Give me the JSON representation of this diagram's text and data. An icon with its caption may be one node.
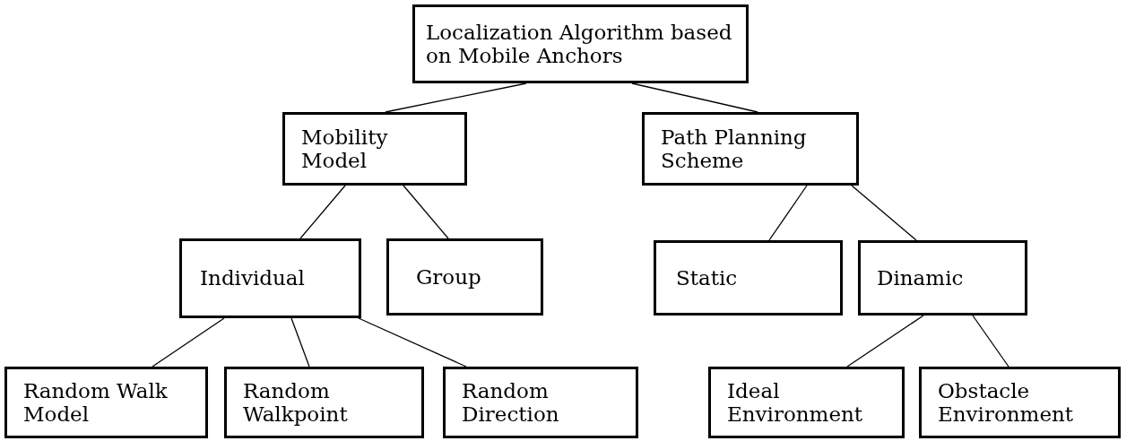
{
  "diagram": {
    "nodes": [
      {
        "text": [
          "Localization Algorithm based on Mobile Anchors"
        ]
      },
      {
        "text": [
          "Mobility Model"
        ]
      },
      {
        "text": [
          "Path Planning Scheme"
        ]
      },
      {
        "text": [
          "Individual"
        ]
      },
      {
        "text": [
          "Group"
        ]
      },
      {
        "text": [
          "Static"
        ]
      },
      {
        "text": [
          "Dinamic"
        ]
      },
      {
        "text": [
          "Random Walk Model"
        ]
      },
      {
        "text": [
          "Random Walkpoint"
        ]
      },
      {
        "text": [
          "Random Direction"
        ]
      },
      {
        "text": [
          "Ideal Environment"
        ]
      },
      {
        "text": [
          "Obstacle Environment"
        ]
      }
    ],
    "edges": [
      {
        "from": 0,
        "to": 1,
        "arrow": "none"
      },
      {
        "from": 0,
        "to": 2,
        "arrow": "none"
      },
      {
        "from": 1,
        "to": 3,
        "arrow": "none"
      },
      {
        "from": 1,
        "to": 4,
        "arrow": "none"
      },
      {
        "from": 2,
        "to": 5,
        "arrow": "none"
      },
      {
        "from": 2,
        "to": 6,
        "arrow": "none"
      },
      {
        "from": 3,
        "to": 7,
        "arrow": "none"
      },
      {
        "from": 3,
        "to": 8,
        "arrow": "none"
      },
      {
        "from": 3,
        "to": 9,
        "arrow": "none"
      },
      {
        "from": 6,
        "to": 10,
        "arrow": "none"
      },
      {
        "from": 6,
        "to": 11,
        "arrow": "none"
      }
    ]
  }
}
